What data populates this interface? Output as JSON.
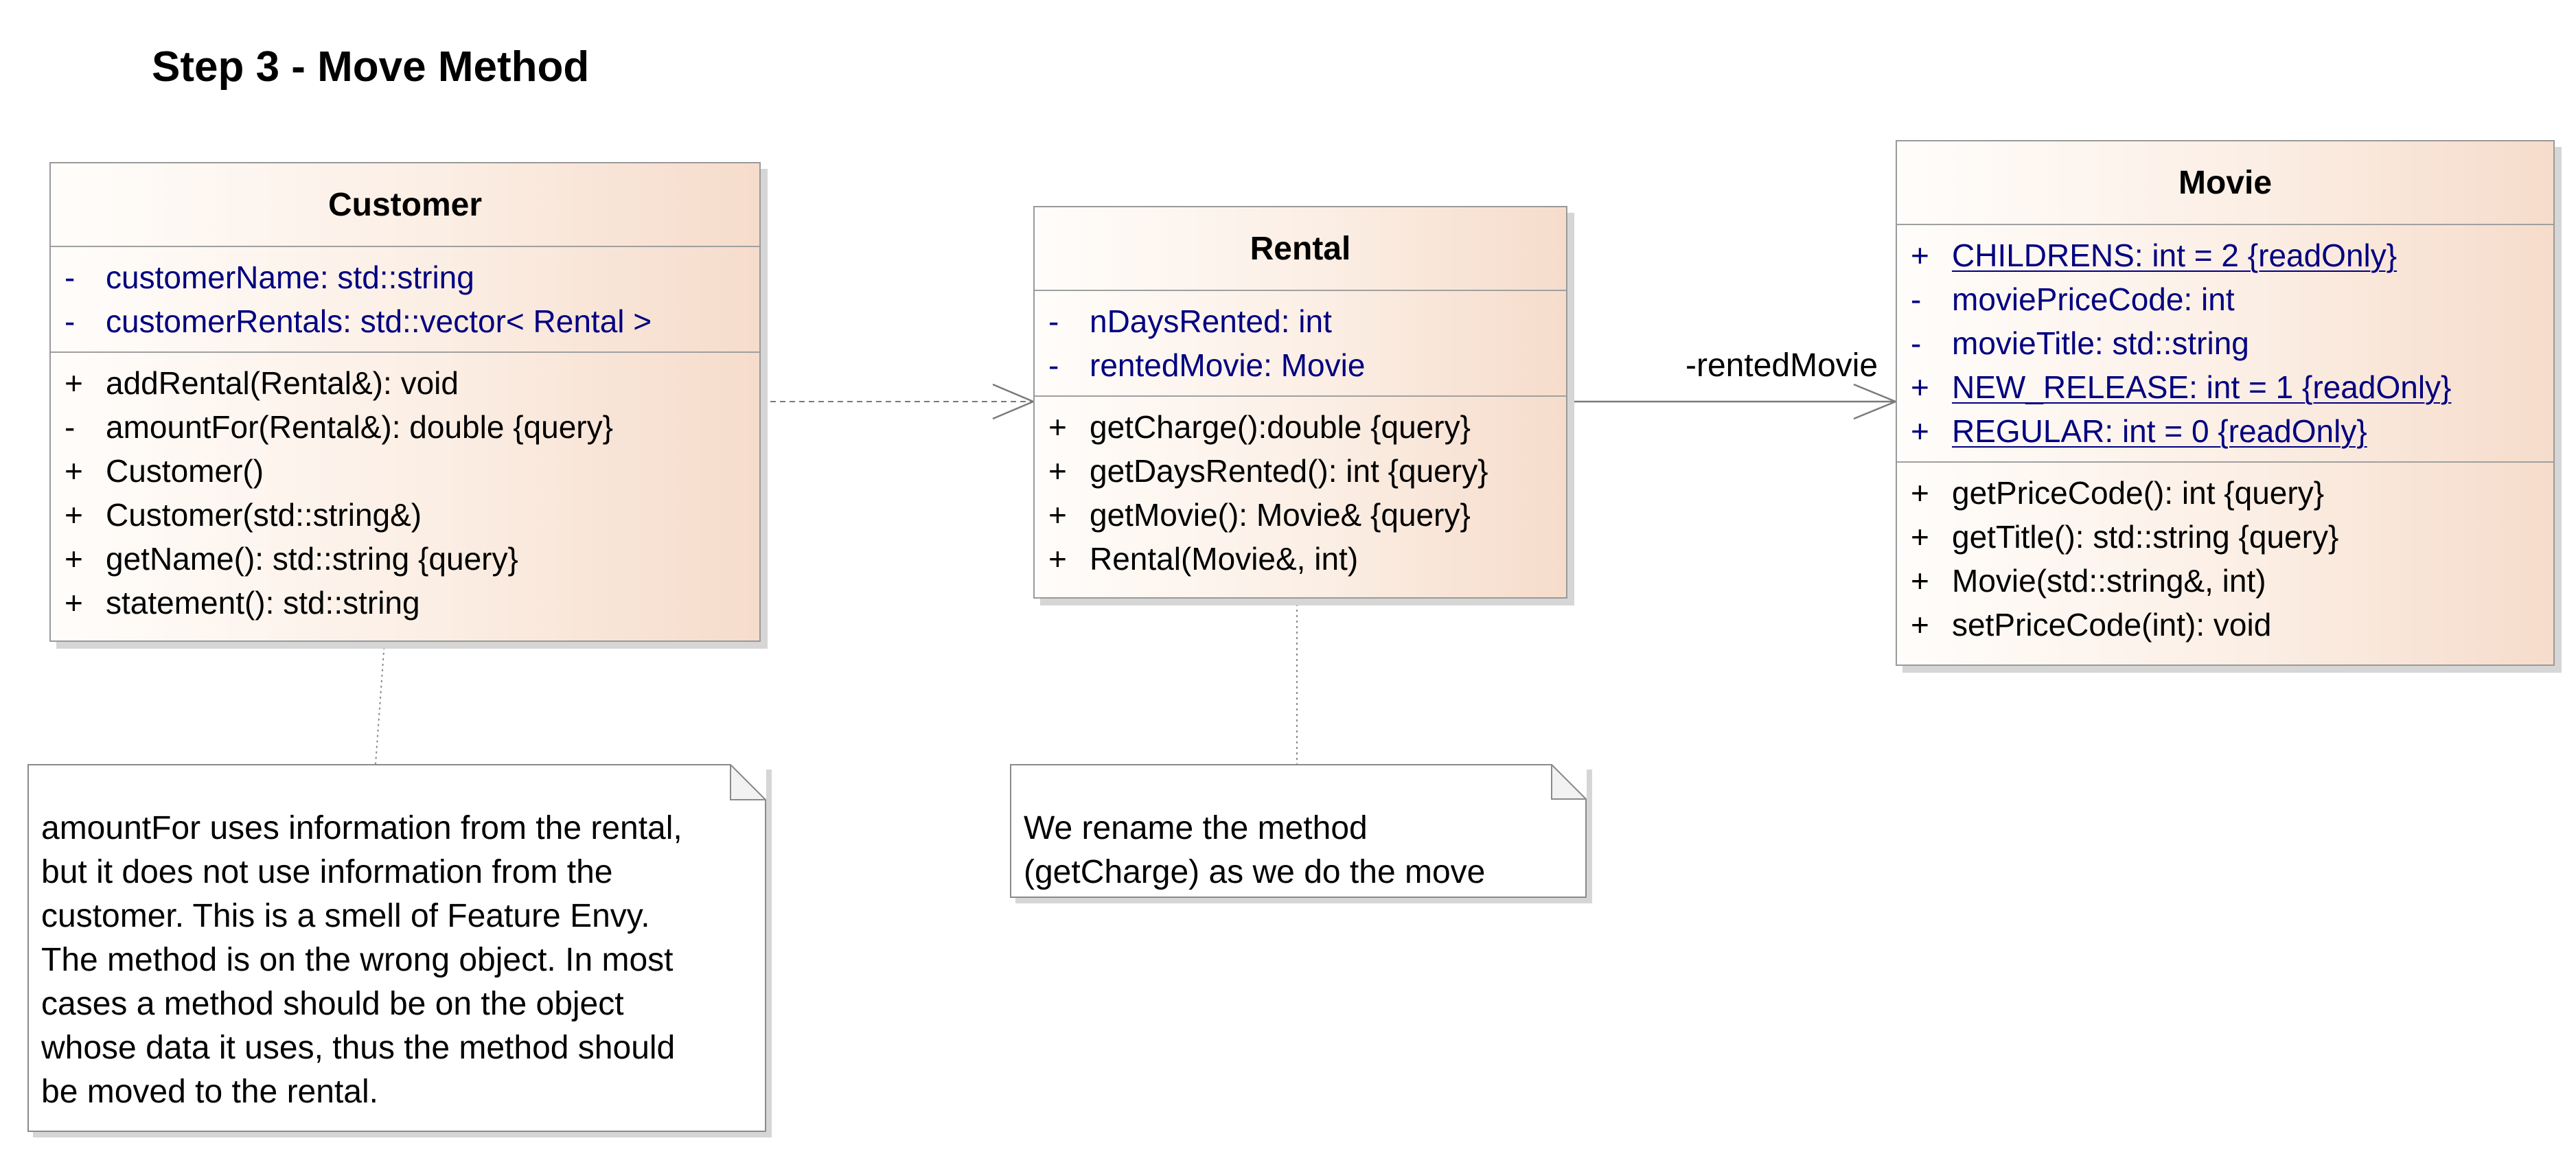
{
  "diagram": {
    "title": "Step 3 - Move Method",
    "classes": {
      "customer": {
        "name": "Customer",
        "attributes": [
          {
            "visibility": "-",
            "text": "customerName: std::string"
          },
          {
            "visibility": "-",
            "text": "customerRentals: std::vector< Rental >"
          }
        ],
        "operations": [
          {
            "visibility": "+",
            "text": "addRental(Rental&): void"
          },
          {
            "visibility": "-",
            "text": "amountFor(Rental&): double {query}"
          },
          {
            "visibility": "+",
            "text": "Customer()"
          },
          {
            "visibility": "+",
            "text": "Customer(std::string&)"
          },
          {
            "visibility": "+",
            "text": "getName(): std::string {query}"
          },
          {
            "visibility": "+",
            "text": "statement(): std::string"
          }
        ]
      },
      "rental": {
        "name": "Rental",
        "attributes": [
          {
            "visibility": "-",
            "text": "nDaysRented: int"
          },
          {
            "visibility": "-",
            "text": "rentedMovie: Movie"
          }
        ],
        "operations": [
          {
            "visibility": "+",
            "text": "getCharge():double {query}"
          },
          {
            "visibility": "+",
            "text": "getDaysRented(): int {query}"
          },
          {
            "visibility": "+",
            "text": "getMovie(): Movie& {query}"
          },
          {
            "visibility": "+",
            "text": "Rental(Movie&, int)"
          }
        ]
      },
      "movie": {
        "name": "Movie",
        "attributes": [
          {
            "visibility": "+",
            "text": "CHILDRENS: int = 2 {readOnly}"
          },
          {
            "visibility": "-",
            "text": "moviePriceCode: int"
          },
          {
            "visibility": "-",
            "text": "movieTitle: std::string"
          },
          {
            "visibility": "+",
            "text": "NEW_RELEASE: int = 1 {readOnly}"
          },
          {
            "visibility": "+",
            "text": "REGULAR: int = 0 {readOnly}"
          }
        ],
        "operations": [
          {
            "visibility": "+",
            "text": "getPriceCode(): int {query}"
          },
          {
            "visibility": "+",
            "text": "getTitle(): std::string {query}"
          },
          {
            "visibility": "+",
            "text": "Movie(std::string&, int)"
          },
          {
            "visibility": "+",
            "text": "setPriceCode(int): void"
          }
        ]
      }
    },
    "association_label": "-rentedMovie",
    "notes": {
      "customer_note": [
        "amountFor uses information from the rental,",
        "but it does not use information from the",
        "customer. This is a smell of Feature Envy.",
        "The method is on the wrong object. In most",
        "cases a method should be on the object",
        "whose data it uses, thus the method should",
        "be moved to the rental."
      ],
      "rental_note": [
        "We rename the method",
        "(getCharge) as we do the move"
      ]
    },
    "colors": {
      "attribute_text": "#000080",
      "class_fill_light": "#fffdfb",
      "class_fill_dark": "#f6dccb",
      "border": "#9a9a9a"
    }
  }
}
